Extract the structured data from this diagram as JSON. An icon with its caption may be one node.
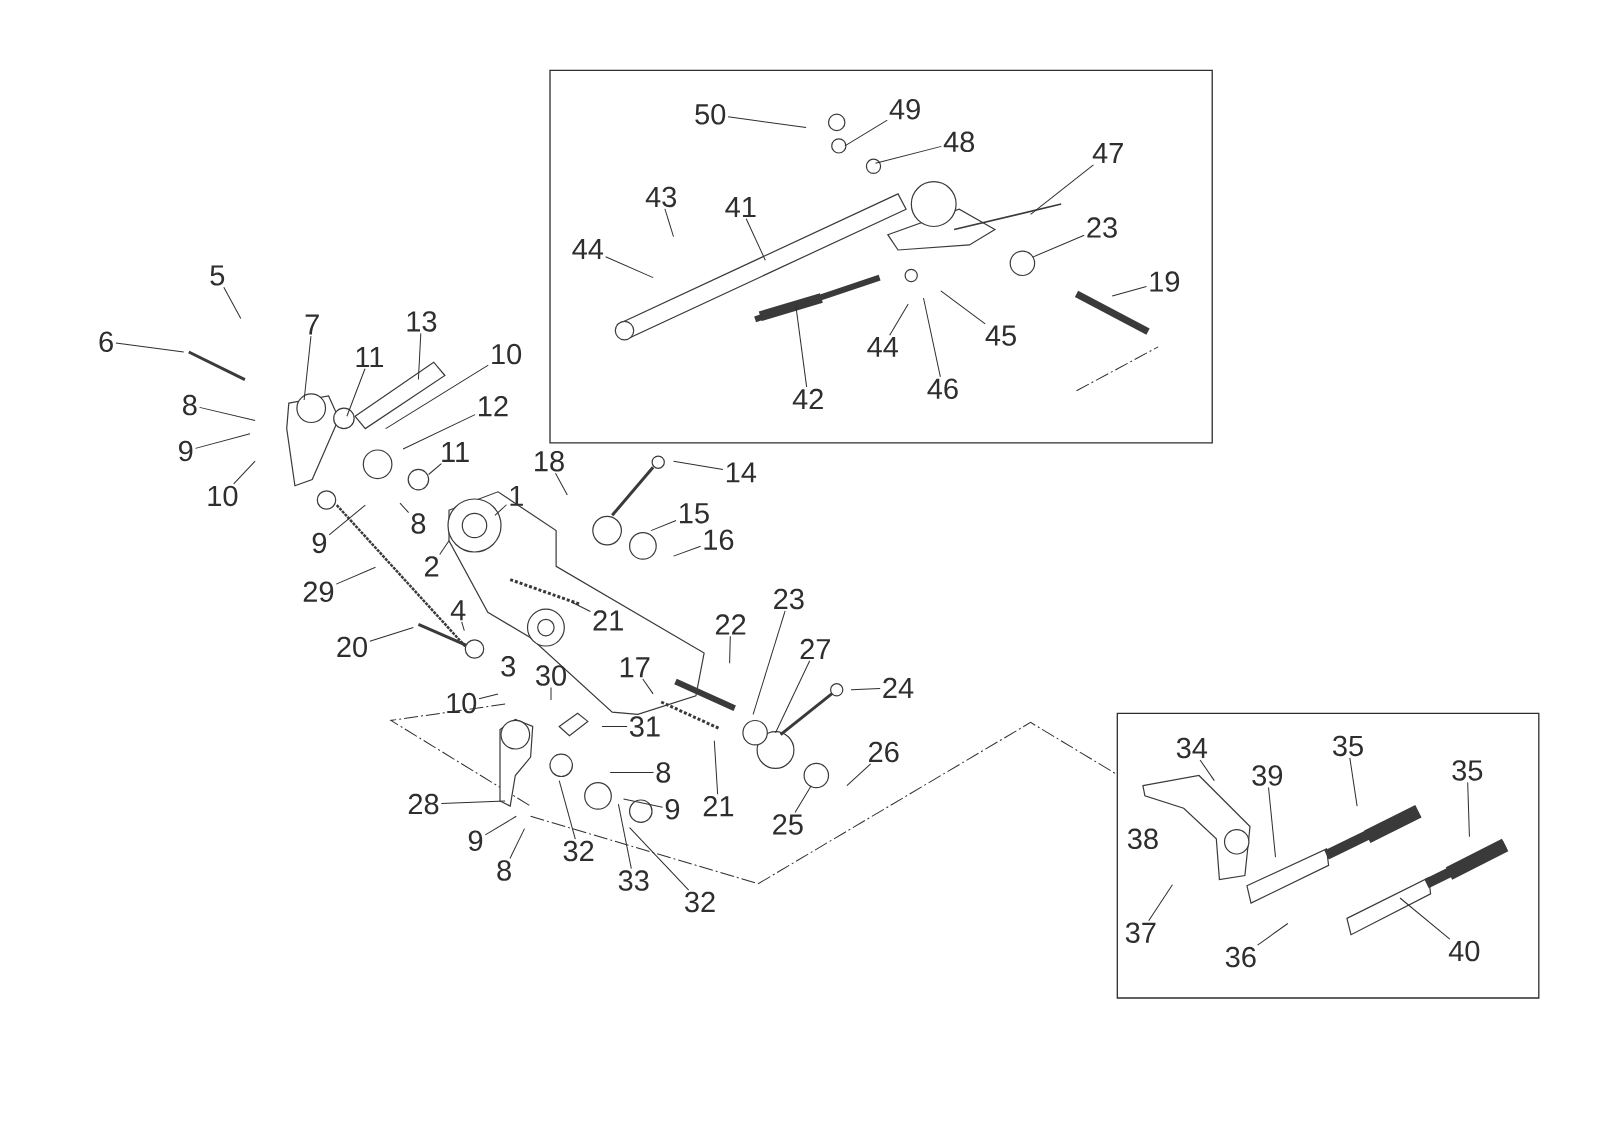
{
  "diagram": {
    "nodes": [
      {
        "text": [
          "50"
        ]
      },
      {
        "text": [
          "49"
        ]
      },
      {
        "text": [
          "48"
        ]
      },
      {
        "text": [
          "47"
        ]
      },
      {
        "text": [
          "43"
        ]
      },
      {
        "text": [
          "41"
        ]
      },
      {
        "text": [
          "44"
        ]
      },
      {
        "text": [
          "23"
        ]
      },
      {
        "text": [
          "19"
        ]
      },
      {
        "text": [
          "44"
        ]
      },
      {
        "text": [
          "45"
        ]
      },
      {
        "text": [
          "46"
        ]
      },
      {
        "text": [
          "42"
        ]
      },
      {
        "text": [
          "5"
        ]
      },
      {
        "text": [
          "6"
        ]
      },
      {
        "text": [
          "7"
        ]
      },
      {
        "text": [
          "13"
        ]
      },
      {
        "text": [
          "11"
        ]
      },
      {
        "text": [
          "10"
        ]
      },
      {
        "text": [
          "12"
        ]
      },
      {
        "text": [
          "8"
        ]
      },
      {
        "text": [
          "9"
        ]
      },
      {
        "text": [
          "10"
        ]
      },
      {
        "text": [
          "11"
        ]
      },
      {
        "text": [
          "18"
        ]
      },
      {
        "text": [
          "14"
        ]
      },
      {
        "text": [
          "1"
        ]
      },
      {
        "text": [
          "15"
        ]
      },
      {
        "text": [
          "8"
        ]
      },
      {
        "text": [
          "16"
        ]
      },
      {
        "text": [
          "9"
        ]
      },
      {
        "text": [
          "2"
        ]
      },
      {
        "text": [
          "29"
        ]
      },
      {
        "text": [
          "21"
        ]
      },
      {
        "text": [
          "4"
        ]
      },
      {
        "text": [
          "20"
        ]
      },
      {
        "text": [
          "23"
        ]
      },
      {
        "text": [
          "22"
        ]
      },
      {
        "text": [
          "27"
        ]
      },
      {
        "text": [
          "17"
        ]
      },
      {
        "text": [
          "30"
        ]
      },
      {
        "text": [
          "24"
        ]
      },
      {
        "text": [
          "10"
        ]
      },
      {
        "text": [
          "31"
        ]
      },
      {
        "text": [
          "8"
        ]
      },
      {
        "text": [
          "26"
        ]
      },
      {
        "text": [
          "28"
        ]
      },
      {
        "text": [
          "21"
        ]
      },
      {
        "text": [
          "9"
        ]
      },
      {
        "text": [
          "25"
        ]
      },
      {
        "text": [
          "9"
        ]
      },
      {
        "text": [
          "32"
        ]
      },
      {
        "text": [
          "8"
        ]
      },
      {
        "text": [
          "33"
        ]
      },
      {
        "text": [
          "32"
        ]
      },
      {
        "text": [
          "34"
        ]
      },
      {
        "text": [
          "35"
        ]
      },
      {
        "text": [
          "35"
        ]
      },
      {
        "text": [
          "39"
        ]
      },
      {
        "text": [
          "37"
        ]
      },
      {
        "text": [
          "36"
        ]
      },
      {
        "text": [
          "40"
        ]
      }
    ],
    "edges": [
      {
        "from": 0,
        "to": null,
        "arrow": "none"
      },
      {
        "from": 1,
        "to": null,
        "arrow": "none"
      },
      {
        "from": 2,
        "to": null,
        "arrow": "none"
      },
      {
        "from": 3,
        "to": null,
        "arrow": "none"
      },
      {
        "from": 4,
        "to": null,
        "arrow": "none"
      },
      {
        "from": 5,
        "to": null,
        "arrow": "none"
      },
      {
        "from": 6,
        "to": null,
        "arrow": "none"
      },
      {
        "from": 7,
        "to": null,
        "arrow": "none"
      },
      {
        "from": 8,
        "to": null,
        "arrow": "none"
      },
      {
        "from": 9,
        "to": null,
        "arrow": "none"
      },
      {
        "from": 10,
        "to": null,
        "arrow": "none"
      },
      {
        "from": 11,
        "to": null,
        "arrow": "none"
      },
      {
        "from": 12,
        "to": null,
        "arrow": "none"
      },
      {
        "from": 13,
        "to": null,
        "arrow": "none"
      },
      {
        "from": 14,
        "to": null,
        "arrow": "none"
      },
      {
        "from": 15,
        "to": null,
        "arrow": "none"
      },
      {
        "from": 16,
        "to": null,
        "arrow": "none"
      },
      {
        "from": 17,
        "to": null,
        "arrow": "none"
      },
      {
        "from": 18,
        "to": null,
        "arrow": "none"
      },
      {
        "from": 19,
        "to": null,
        "arrow": "none"
      },
      {
        "from": 20,
        "to": null,
        "arrow": "none"
      },
      {
        "from": 21,
        "to": null,
        "arrow": "none"
      },
      {
        "from": 22,
        "to": null,
        "arrow": "none"
      },
      {
        "from": 23,
        "to": null,
        "arrow": "none"
      },
      {
        "from": 24,
        "to": null,
        "arrow": "none"
      },
      {
        "from": 25,
        "to": null,
        "arrow": "none"
      },
      {
        "from": 26,
        "to": null,
        "arrow": "none"
      },
      {
        "from": 27,
        "to": null,
        "arrow": "none"
      },
      {
        "from": 28,
        "to": null,
        "arrow": "none"
      },
      {
        "from": 29,
        "to": null,
        "arrow": "none"
      },
      {
        "from": 30,
        "to": null,
        "arrow": "none"
      },
      {
        "from": 31,
        "to": null,
        "arrow": "none"
      },
      {
        "from": 32,
        "to": null,
        "arrow": "none"
      },
      {
        "from": 33,
        "to": null,
        "arrow": "none"
      },
      {
        "from": 34,
        "to": null,
        "arrow": "none"
      },
      {
        "from": 35,
        "to": null,
        "arrow": "none"
      },
      {
        "from": 36,
        "to": null,
        "arrow": "none"
      },
      {
        "from": 37,
        "to": null,
        "arrow": "none"
      },
      {
        "from": 38,
        "to": null,
        "arrow": "none"
      },
      {
        "from": 39,
        "to": null,
        "arrow": "none"
      },
      {
        "from": 40,
        "to": null,
        "arrow": "none"
      },
      {
        "from": 41,
        "to": null,
        "arrow": "none"
      },
      {
        "from": 42,
        "to": null,
        "arrow": "none"
      },
      {
        "from": 43,
        "to": null,
        "arrow": "none"
      },
      {
        "from": 44,
        "to": null,
        "arrow": "none"
      },
      {
        "from": 45,
        "to": null,
        "arrow": "none"
      },
      {
        "from": 46,
        "to": null,
        "arrow": "none"
      },
      {
        "from": 47,
        "to": null,
        "arrow": "none"
      },
      {
        "from": 48,
        "to": null,
        "arrow": "none"
      },
      {
        "from": 49,
        "to": null,
        "arrow": "none"
      },
      {
        "from": 50,
        "to": null,
        "arrow": "none"
      },
      {
        "from": 51,
        "to": null,
        "arrow": "none"
      },
      {
        "from": 52,
        "to": null,
        "arrow": "none"
      },
      {
        "from": 53,
        "to": null,
        "arrow": "none"
      },
      {
        "from": 54,
        "to": null,
        "arrow": "none"
      },
      {
        "from": 55,
        "to": null,
        "arrow": "none"
      },
      {
        "from": 56,
        "to": null,
        "arrow": "none"
      },
      {
        "from": 57,
        "to": null,
        "arrow": "none"
      },
      {
        "from": 58,
        "to": null,
        "arrow": "none"
      },
      {
        "from": 59,
        "to": null,
        "arrow": "none"
      },
      {
        "from": 60,
        "to": null,
        "arrow": "none"
      },
      {
        "from": 61,
        "to": null,
        "arrow": "none"
      }
    ],
    "labels": [
      "3",
      "38"
    ]
  }
}
